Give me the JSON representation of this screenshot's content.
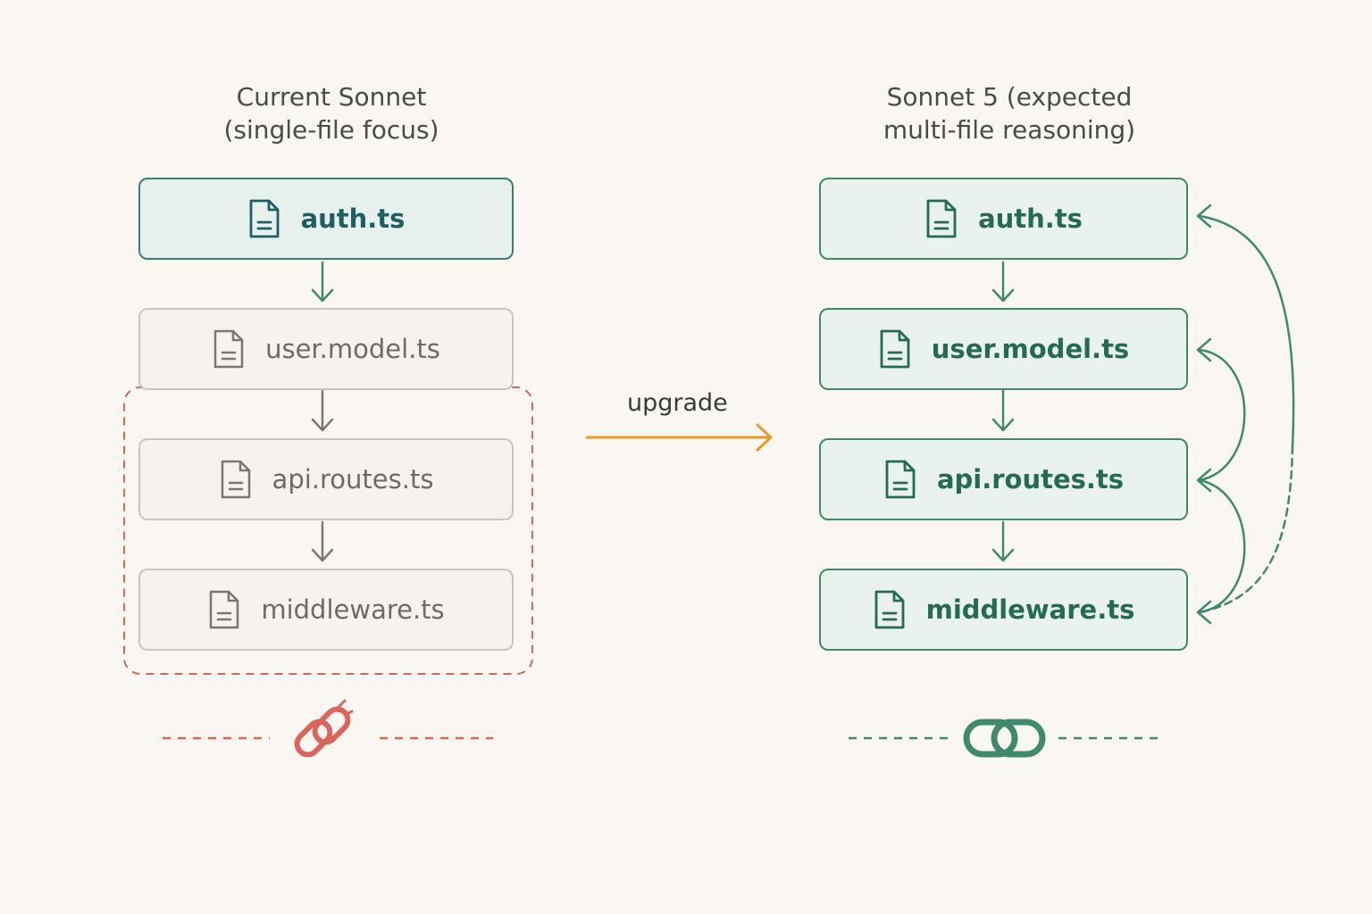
{
  "left": {
    "title_line1": "Current Sonnet",
    "title_line2": "(single-file focus)",
    "files": [
      "auth.ts",
      "user.model.ts",
      "api.routes.ts",
      "middleware.ts"
    ]
  },
  "right": {
    "title_line1": "Sonnet 5 (expected",
    "title_line2": "multi-file reasoning)",
    "files": [
      "auth.ts",
      "user.model.ts",
      "api.routes.ts",
      "middleware.ts"
    ]
  },
  "transition": {
    "label": "upgrade"
  },
  "icons": {
    "file": "file-icon",
    "broken_link": "broken-link-icon",
    "link": "link-icon"
  },
  "colors": {
    "background": "#faf7f2",
    "teal": "#3a7f73",
    "green": "#3f8a6e",
    "muted": "#c9c6c1",
    "red": "#d9655d",
    "orange": "#e59a2a"
  }
}
